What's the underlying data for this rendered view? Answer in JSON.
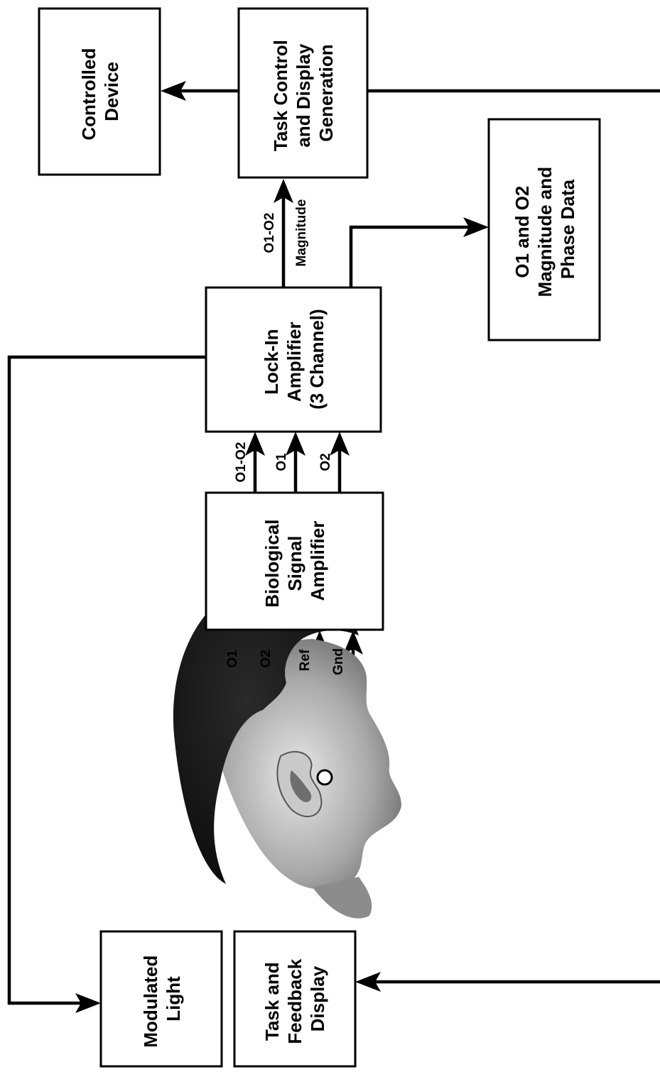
{
  "blocks": {
    "controlled_device": [
      "Controlled",
      "Device"
    ],
    "task_control": [
      "Task Control",
      "and Display",
      "Generation"
    ],
    "o1_o2_data": [
      "O1 and O2",
      "Magnitude and",
      "Phase Data"
    ],
    "lock_in": [
      "Lock-In",
      "Amplifier",
      "(3 Channel)"
    ],
    "bio_amp": [
      "Biological",
      "Signal",
      "Amplifier"
    ],
    "modulated_light": [
      "Modulated",
      "Light"
    ],
    "task_feedback": [
      "Task and",
      "Feedback",
      "Display"
    ]
  },
  "signals": {
    "lockin_output": [
      "O1-O2",
      "Magnitude"
    ],
    "bio_outputs": [
      "O1-O2",
      "O1",
      "O2"
    ],
    "head_inputs": [
      "O1",
      "O2",
      "Ref",
      "Gnd"
    ]
  },
  "colors": {
    "ink": "#000000",
    "background": "#ffffff"
  }
}
